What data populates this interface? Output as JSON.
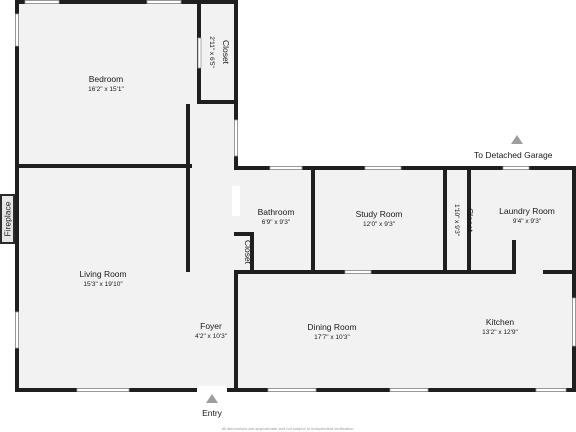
{
  "rooms": {
    "bedroom": {
      "name": "Bedroom",
      "dims": "16'2\" x 15'1\""
    },
    "closet_bedroom": {
      "name": "Closet",
      "dims": "2'11\" x 6'5\""
    },
    "living_room": {
      "name": "Living Room",
      "dims": "15'3\" x 19'10\""
    },
    "fireplace": {
      "name": "Fireplace"
    },
    "bathroom": {
      "name": "Bathroom",
      "dims": "6'9\" x 9'3\""
    },
    "closet_hall": {
      "name": "Closet"
    },
    "study_room": {
      "name": "Study Room",
      "dims": "12'0\" x 9'3\""
    },
    "closet_study": {
      "name": "Closet",
      "dims": "1'10\" x 9'3\""
    },
    "laundry_room": {
      "name": "Laundry Room",
      "dims": "9'4\" x 9'3\""
    },
    "foyer": {
      "name": "Foyer",
      "dims": "4'2\" x 10'3\""
    },
    "dining_room": {
      "name": "Dining Room",
      "dims": "17'7\" x 10'3\""
    },
    "kitchen": {
      "name": "Kitchen",
      "dims": "13'2\" x 12'9\""
    }
  },
  "labels": {
    "garage": "To Detached Garage",
    "entry": "Entry",
    "disclaimer": "All dimensions are approximate and not subject to independent verification."
  },
  "colors": {
    "wall": "#1f1f1f",
    "floor": "#f2f2f2",
    "marker": "#9e9e9e"
  }
}
